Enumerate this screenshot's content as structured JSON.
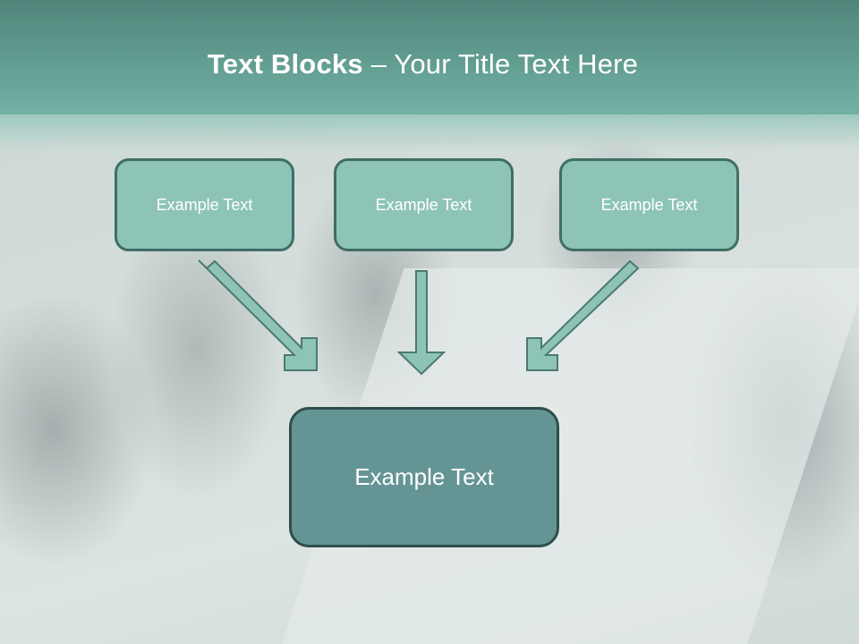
{
  "slide": {
    "title_bold": "Text Blocks",
    "title_separator": " – ",
    "title_rest": "Your Title Text Here"
  },
  "diagram": {
    "top_blocks": [
      {
        "label": "Example Text"
      },
      {
        "label": "Example Text"
      },
      {
        "label": "Example Text"
      }
    ],
    "bottom_block": {
      "label": "Example Text"
    },
    "arrows": [
      {
        "from": "top_blocks.0",
        "to": "bottom_block",
        "direction": "down-right"
      },
      {
        "from": "top_blocks.1",
        "to": "bottom_block",
        "direction": "down"
      },
      {
        "from": "top_blocks.2",
        "to": "bottom_block",
        "direction": "down-left"
      }
    ]
  },
  "colors": {
    "header_top": "#52847a",
    "header_bottom": "#72b1a3",
    "top_block_fill": "#8ec4b7",
    "top_block_border": "#3f6e65",
    "bottom_block_fill": "#649594",
    "bottom_block_border": "#2f4d4b",
    "arrow_fill": "#8ec4b7",
    "arrow_border": "#4b7a70",
    "text": "#ffffff"
  }
}
